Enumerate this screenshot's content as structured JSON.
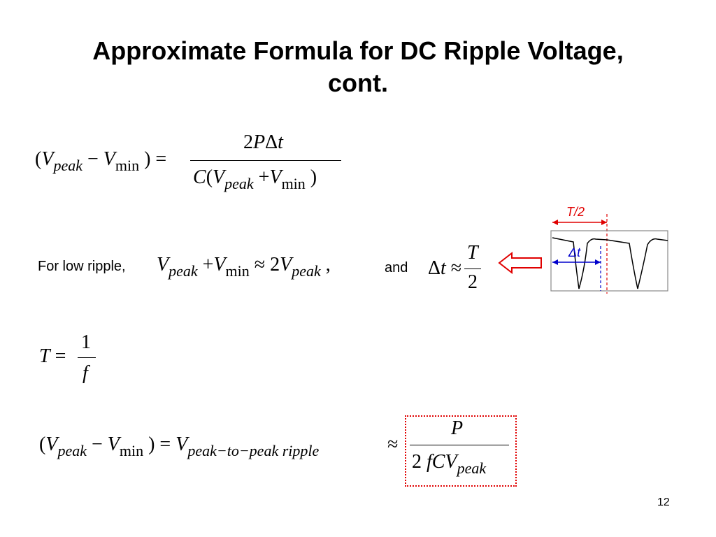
{
  "slide": {
    "title_line1": "Approximate Formula for DC Ripple Voltage,",
    "title_line2": "cont.",
    "page_number": "12"
  },
  "text": {
    "low_ripple_label": "For low ripple,",
    "and_label": "and"
  },
  "figure": {
    "period_label": "T/2",
    "delta_label": "Δt",
    "colors": {
      "period_marker": "#e00000",
      "delta_marker": "#0000cc",
      "waveform": "#000000",
      "arrow": "#e00000"
    }
  }
}
